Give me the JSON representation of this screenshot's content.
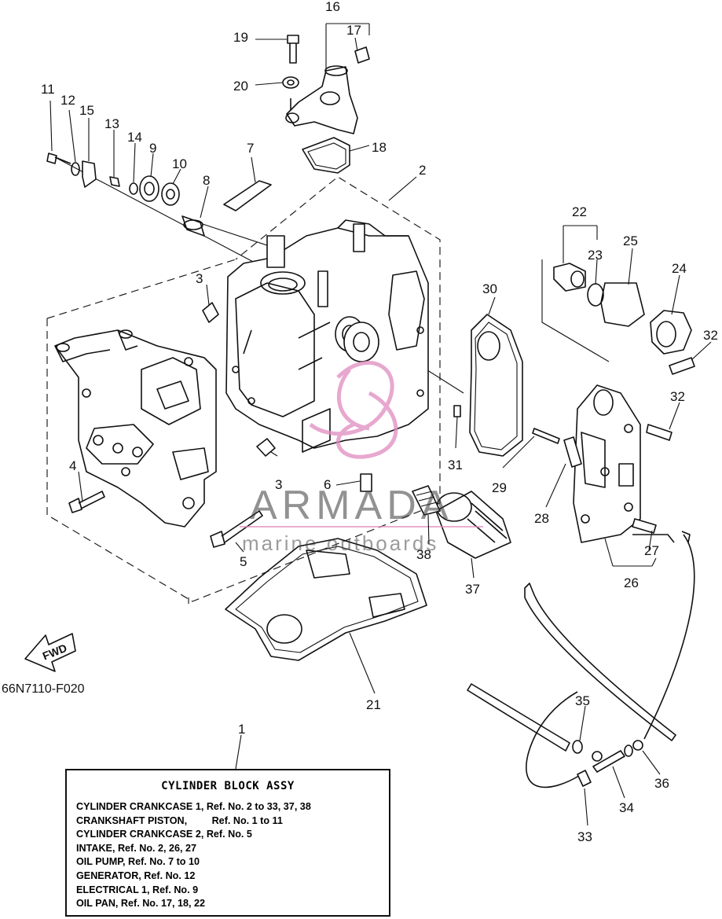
{
  "diagram_code": "66N7110-F020",
  "fwd_label": "FWD",
  "watermark": {
    "main": "ARMADA",
    "sub": "marine outboards"
  },
  "callouts": {
    "c1": "1",
    "c2": "2",
    "c3a": "3",
    "c3b": "3",
    "c4": "4",
    "c5": "5",
    "c6": "6",
    "c7": "7",
    "c8": "8",
    "c9": "9",
    "c10": "10",
    "c11": "11",
    "c12": "12",
    "c13": "13",
    "c14": "14",
    "c15": "15",
    "c16": "16",
    "c17": "17",
    "c18": "18",
    "c19": "19",
    "c20": "20",
    "c21": "21",
    "c22": "22",
    "c23": "23",
    "c24": "24",
    "c25": "25",
    "c26": "26",
    "c27": "27",
    "c28": "28",
    "c29": "29",
    "c30": "30",
    "c31": "31",
    "c32a": "32",
    "c32b": "32",
    "c33": "33",
    "c34": "34",
    "c35": "35",
    "c36": "36",
    "c37": "37",
    "c38": "38"
  },
  "legend": {
    "title": "CYLINDER BLOCK ASSY",
    "lines": [
      "CYLINDER CRANKCASE 1, Ref. No. 2 to 33, 37, 38",
      "CRANKSHAFT PISTON,         Ref. No. 1 to 11",
      "CYLINDER CRANKCASE 2, Ref. No. 5",
      "INTAKE, Ref. No. 2, 26, 27",
      "OIL PUMP, Ref. No. 7 to 10",
      "GENERATOR, Ref. No. 12",
      "ELECTRICAL 1, Ref. No. 9",
      "OIL PAN, Ref. No. 17, 18, 22"
    ]
  },
  "colors": {
    "line": "#111111",
    "watermark_logo": "#e08cc0",
    "watermark_text": "#3a3a3a"
  }
}
